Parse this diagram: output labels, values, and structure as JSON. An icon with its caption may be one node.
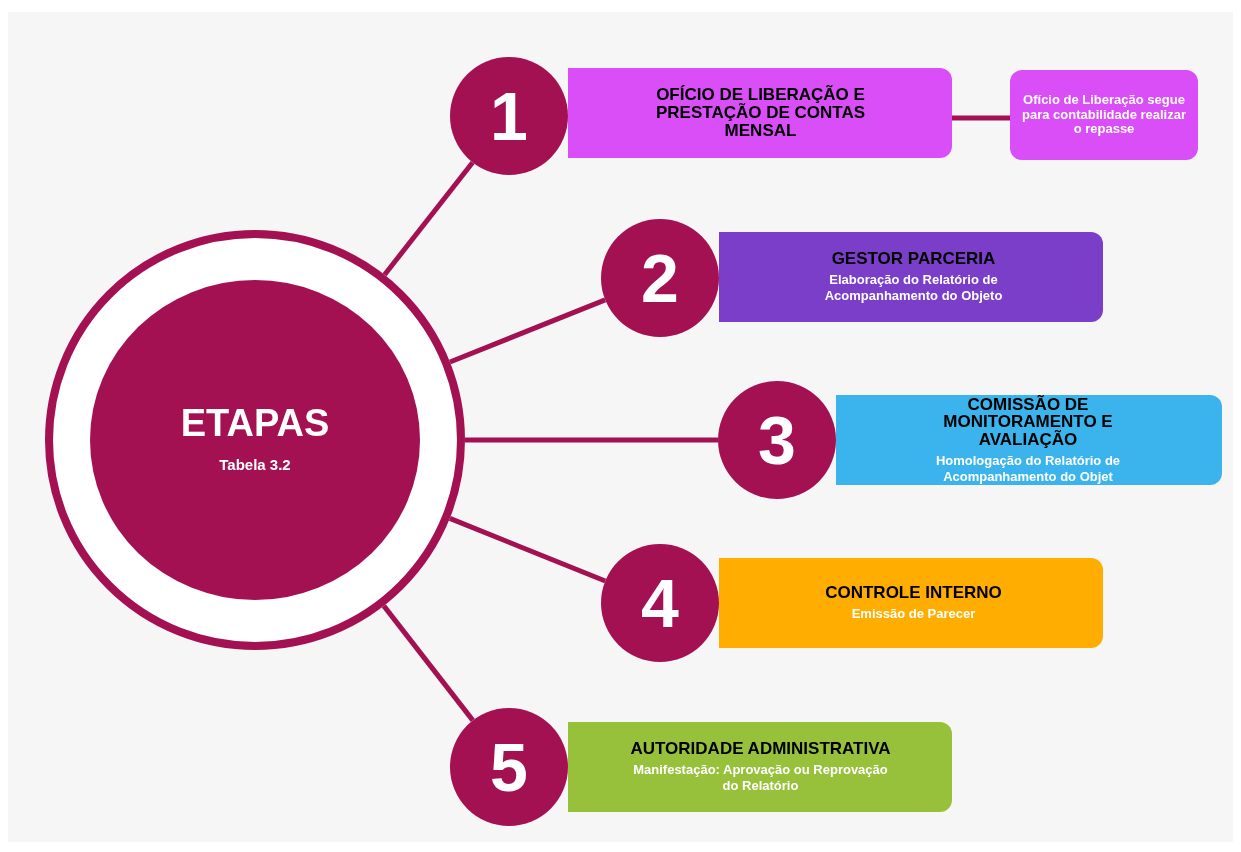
{
  "diagram": {
    "nodes": [
      {
        "text": [
          "ETAPAS",
          "Tabela 3.2"
        ]
      },
      {
        "text": [
          "1"
        ]
      },
      {
        "text": [
          "OFÍCIO DE LIBERAÇÃO E PRESTAÇÃO DE CONTAS MENSAL"
        ]
      },
      {
        "text": [
          "Ofício de Liberação segue para contabilidade realizar o repasse"
        ]
      },
      {
        "text": [
          "2"
        ]
      },
      {
        "text": [
          "GESTOR PARCERIA",
          "Elaboração do Relatório de Acompanhamento do Objeto"
        ]
      },
      {
        "text": [
          "3"
        ]
      },
      {
        "text": [
          "COMISSÃO DE MONITORAMENTO E AVALIAÇÃO",
          "Homologação do Relatório de Acompanhamento do Objet"
        ]
      },
      {
        "text": [
          "4"
        ]
      },
      {
        "text": [
          "CONTROLE INTERNO",
          "Emissão de Parecer"
        ]
      },
      {
        "text": [
          "5"
        ]
      },
      {
        "text": [
          "AUTORIDADE ADMINISTRATIVA",
          "Manifestação: Aprovação ou Reprovação do Relatório"
        ]
      }
    ],
    "edges": [
      {
        "from": 0,
        "to": 1,
        "arrow": "none"
      },
      {
        "from": 0,
        "to": 4,
        "arrow": "none"
      },
      {
        "from": 0,
        "to": 6,
        "arrow": "none"
      },
      {
        "from": 0,
        "to": 8,
        "arrow": "none"
      },
      {
        "from": 0,
        "to": 10,
        "arrow": "none"
      },
      {
        "from": 2,
        "to": 3,
        "arrow": "none"
      }
    ]
  }
}
